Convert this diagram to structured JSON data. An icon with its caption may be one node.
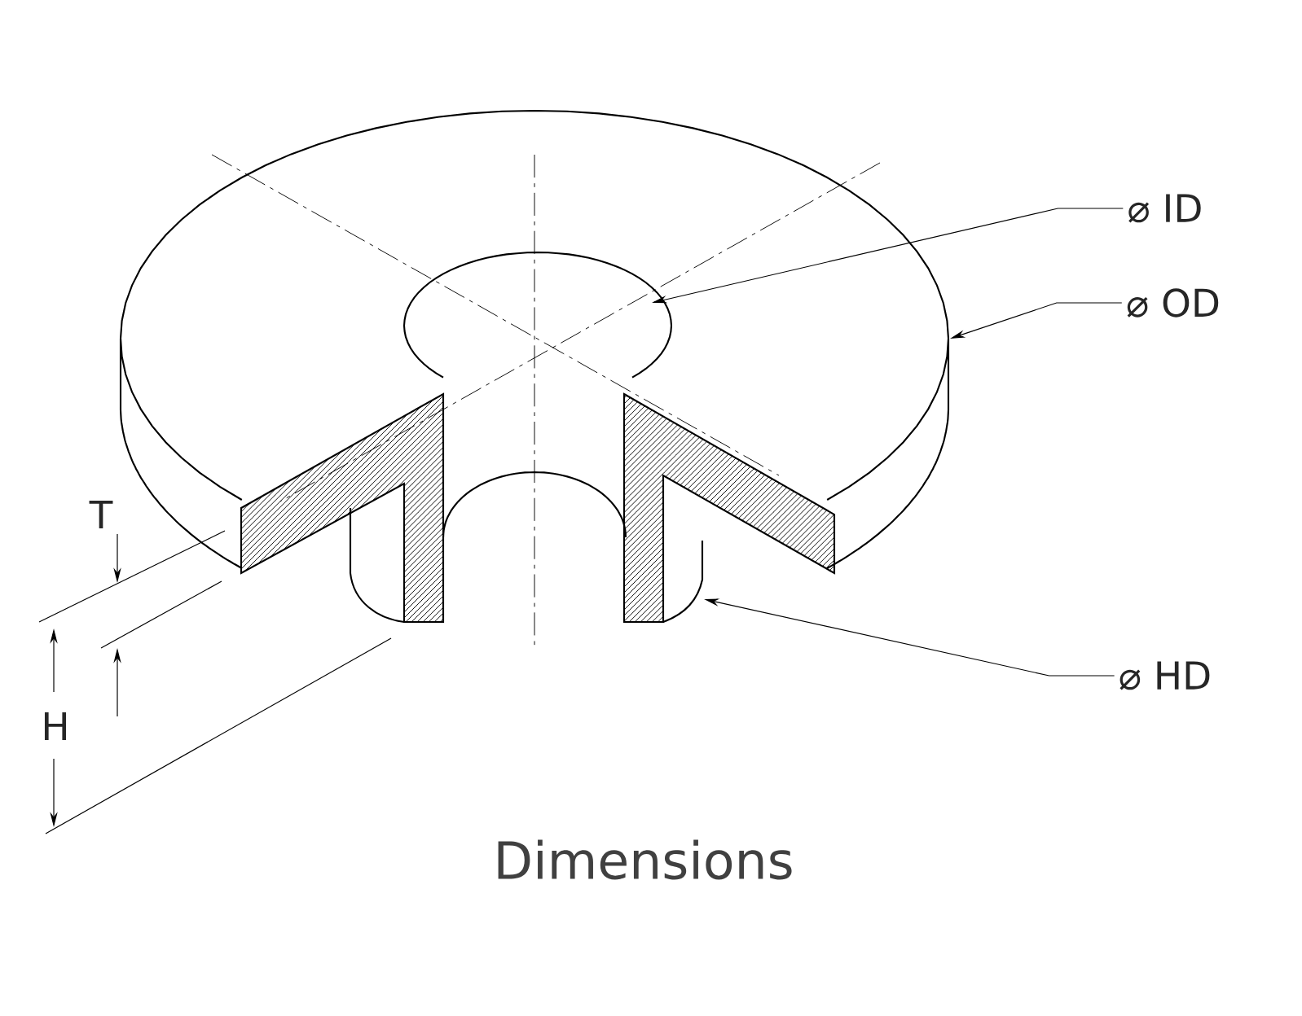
{
  "diagram": {
    "caption": "Dimensions",
    "nodes": [
      {
        "text": [
          "⌀ ID"
        ]
      },
      {
        "text": [
          "⌀ OD"
        ]
      },
      {
        "text": [
          "⌀ HD"
        ]
      }
    ],
    "edges": [
      {
        "from": 0,
        "to": null,
        "arrow": "to"
      },
      {
        "from": 1,
        "to": null,
        "arrow": "to"
      },
      {
        "from": 2,
        "to": null,
        "arrow": "to"
      }
    ],
    "labels": [
      "T",
      "H"
    ]
  }
}
